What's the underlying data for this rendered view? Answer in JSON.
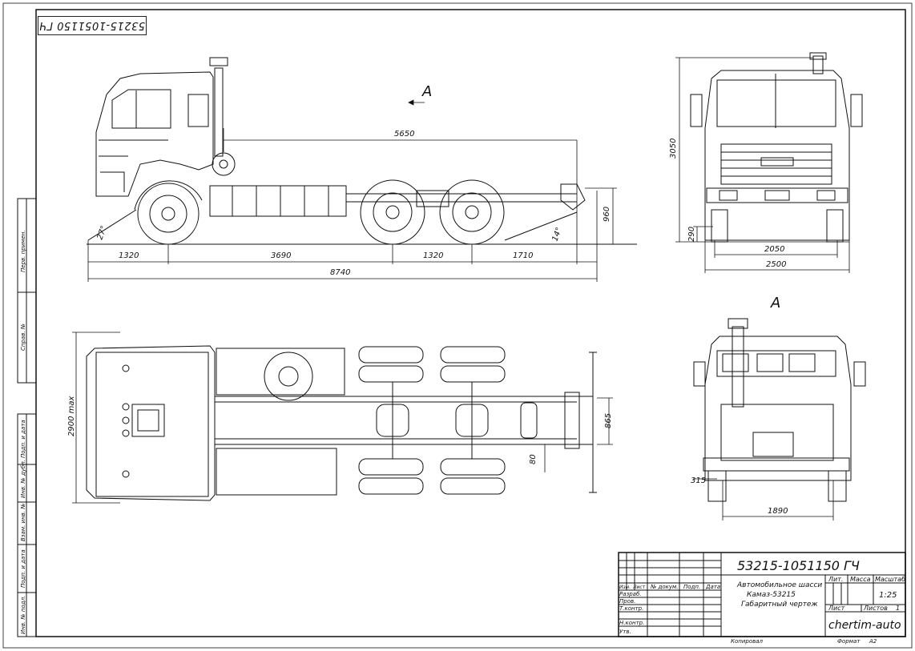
{
  "drawing": {
    "code": "53215-1051150 ГЧ",
    "code_upside_down": "53215-1051150 ГЧ",
    "view_label": "А",
    "view_label_side": "А"
  },
  "dimensions": {
    "side": {
      "d5650": "5650",
      "d1320a": "1320",
      "d3690": "3690",
      "d1320b": "1320",
      "d1710": "1710",
      "d8740": "8740",
      "d960": "960",
      "angle_front": "27°",
      "angle_rear": "14°"
    },
    "front": {
      "d3050": "3050",
      "d290": "290",
      "d2050": "2050",
      "d2500": "2500"
    },
    "top": {
      "d2900": "2900 max",
      "d865": "865",
      "d80": "80"
    },
    "rear": {
      "d315": "315",
      "d1890": "1890"
    }
  },
  "side_strip": {
    "labels": [
      "Перв. примен.",
      "Справ. №",
      "Подп. и дата",
      "Инв. № дубл.",
      "Взам. инв. №",
      "Подп. и дата",
      "Инв. № подл."
    ]
  },
  "title_block": {
    "doc_number": "53215-1051150 ГЧ",
    "name_line1": "Автомобильное шасси",
    "name_line2": "Камаз-53215",
    "name_line3": "Габаритный чертеж",
    "col_lit": "Лит.",
    "col_mass": "Масса",
    "col_scale": "Масштаб",
    "scale": "1:25",
    "sheet": "Лист",
    "sheets": "Листов",
    "sheets_count": "1",
    "org": "chertim-auto",
    "hdr_izm": "Изм.",
    "hdr_list": "Лист",
    "hdr_doc": "№ докум.",
    "hdr_podp": "Подп.",
    "hdr_data": "Дата",
    "row_razrab": "Разраб.",
    "row_prov": "Пров.",
    "row_tkontr": "Т.контр.",
    "row_nkontr": "Н.контр.",
    "row_utv": "Утв.",
    "copied": "Копировал",
    "format_label": "Формат",
    "format_value": "А2"
  }
}
